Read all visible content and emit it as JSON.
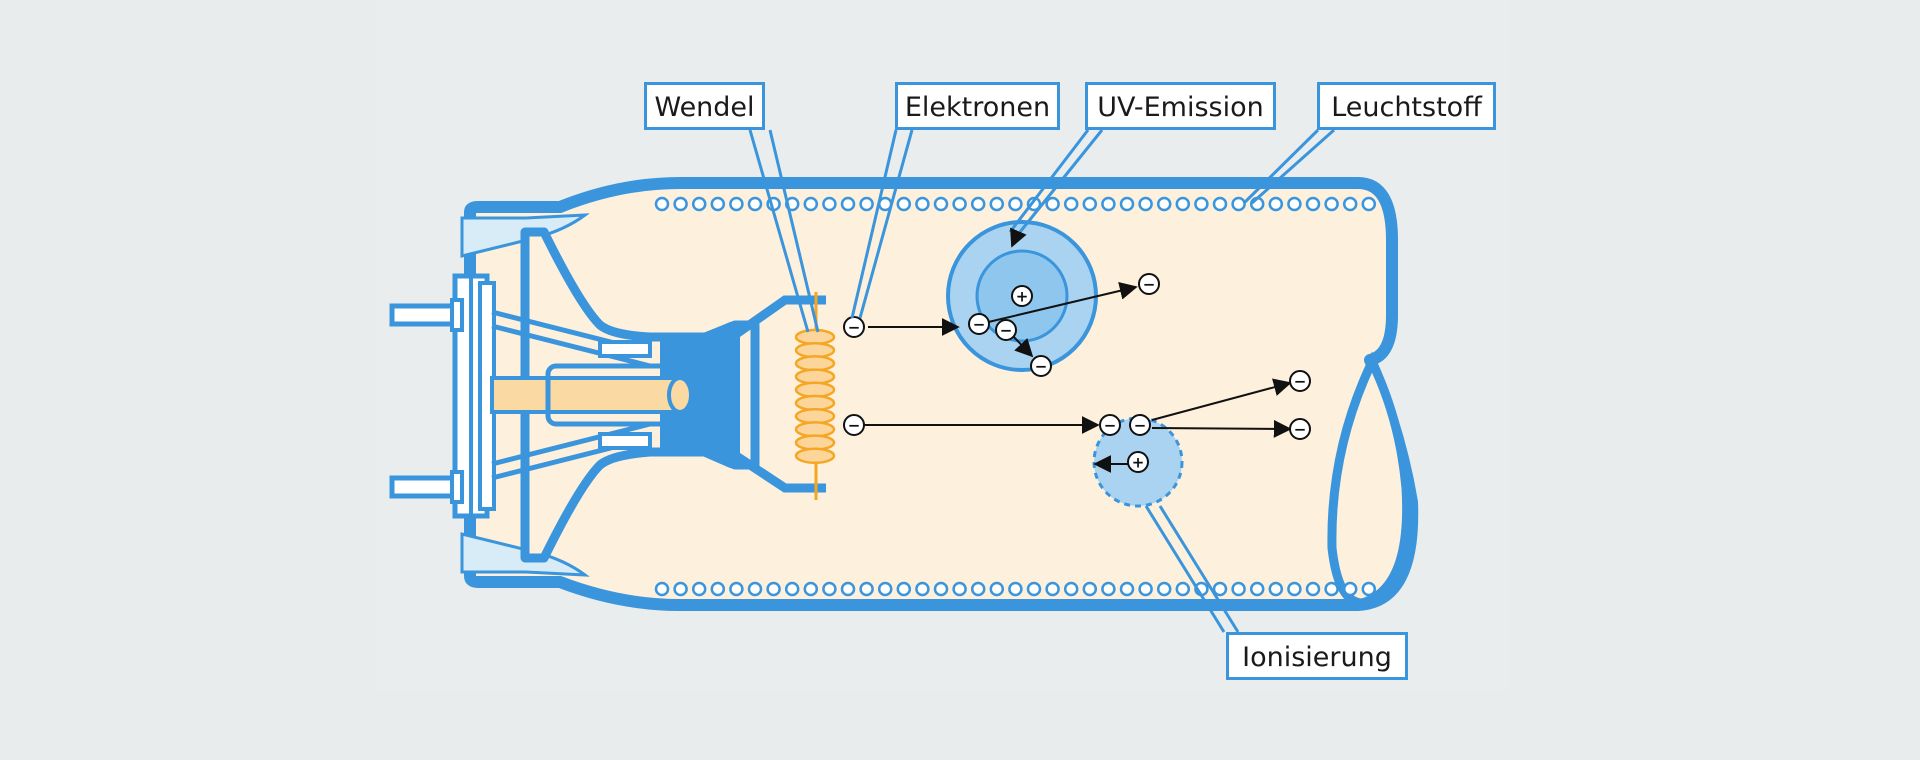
{
  "labels": {
    "wendel": "Wendel",
    "elektronen": "Elektronen",
    "uv_emission": "UV-Emission",
    "leuchtstoff": "Leuchtstoff",
    "ionisierung": "Ionisierung"
  },
  "symbols": {
    "electron": "−",
    "ion": "+"
  },
  "colors": {
    "background": "#e8ecec",
    "tube_outline": "#3a95dc",
    "tube_fill": "#fdf0dc",
    "glass_cap": "#d8ecf7",
    "filament": "#f5a623",
    "filament_fill": "#fcd59b",
    "pin_fill": "#fbd9a3",
    "emission_outer": "#a9d3f0",
    "emission_inner": "#8fc6ee",
    "arrow": "#111111"
  }
}
